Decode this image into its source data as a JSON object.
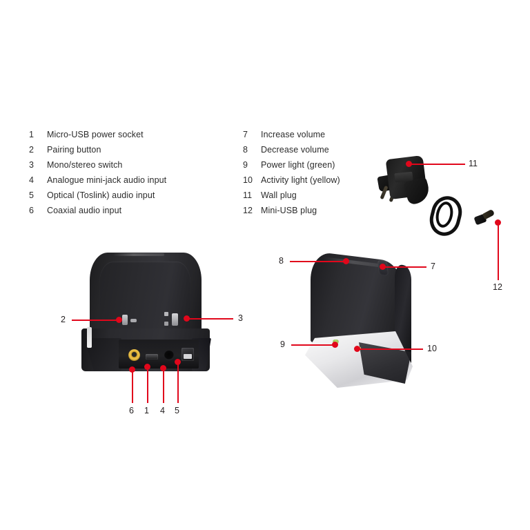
{
  "legend": {
    "left_column": [
      {
        "num": "1",
        "label": "Micro-USB power socket"
      },
      {
        "num": "2",
        "label": "Pairing button"
      },
      {
        "num": "3",
        "label": "Mono/stereo switch"
      },
      {
        "num": "4",
        "label": "Analogue mini-jack audio input"
      },
      {
        "num": "5",
        "label": "Optical (Toslink) audio input"
      },
      {
        "num": "6",
        "label": "Coaxial audio input"
      }
    ],
    "right_column": [
      {
        "num": "7",
        "label": "Increase volume"
      },
      {
        "num": "8",
        "label": "Decrease volume"
      },
      {
        "num": "9",
        "label": "Power light (green)"
      },
      {
        "num": "10",
        "label": "Activity light (yellow)"
      },
      {
        "num": "11",
        "label": "Wall plug"
      },
      {
        "num": "12",
        "label": "Mini-USB plug"
      }
    ]
  },
  "callouts": {
    "c1": "1",
    "c2": "2",
    "c3": "3",
    "c4": "4",
    "c5": "5",
    "c6": "6",
    "c7": "7",
    "c8": "8",
    "c9": "9",
    "c10": "10",
    "c11": "11",
    "c12": "12"
  },
  "colors": {
    "leader_red": "#e1071b",
    "text": "#231f20",
    "background": "#ffffff",
    "device_black": "#2c2c30",
    "base_white": "#eeeef0",
    "led_green": "#9ec95a",
    "led_yellow": "#e3d75a",
    "coax_yellow": "#f0c64f"
  },
  "figure": {
    "rear_view_name": "rear panel view of speaker dock",
    "front_view_name": "front three-quarter view of speaker dock",
    "adapter_name": "mains power adapter with mini-usb cable"
  }
}
